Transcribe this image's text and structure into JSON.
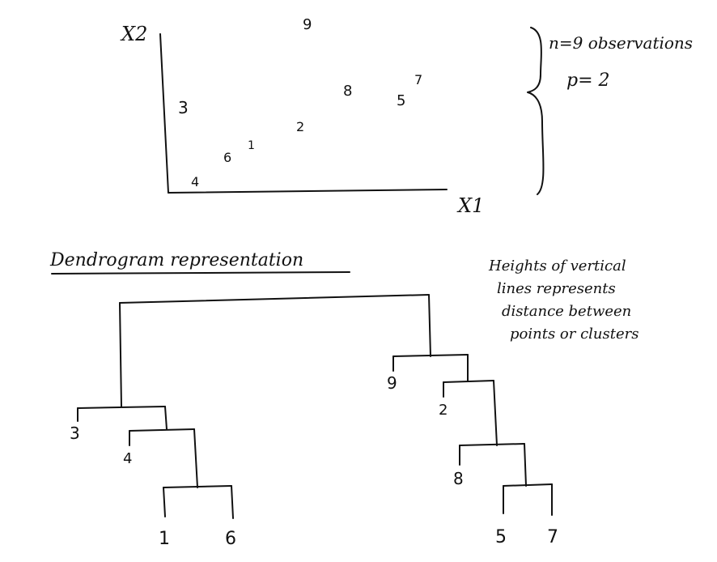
{
  "scatter": {
    "y_axis_label": "X2",
    "x_axis_label": "X1",
    "points": [
      {
        "label": "1"
      },
      {
        "label": "2"
      },
      {
        "label": "3"
      },
      {
        "label": "4"
      },
      {
        "label": "5"
      },
      {
        "label": "6"
      },
      {
        "label": "7"
      },
      {
        "label": "8"
      },
      {
        "label": "9"
      }
    ]
  },
  "notes": {
    "observations": "n=9 observations",
    "variables": "p= 2"
  },
  "dendrogram": {
    "heading": "Dendrogram representation",
    "explanation_lines": [
      "Heights of vertical",
      "lines represents",
      "distance between",
      "points or clusters"
    ],
    "leaves": [
      "3",
      "4",
      "1",
      "6",
      "9",
      "2",
      "8",
      "5",
      "7"
    ]
  }
}
